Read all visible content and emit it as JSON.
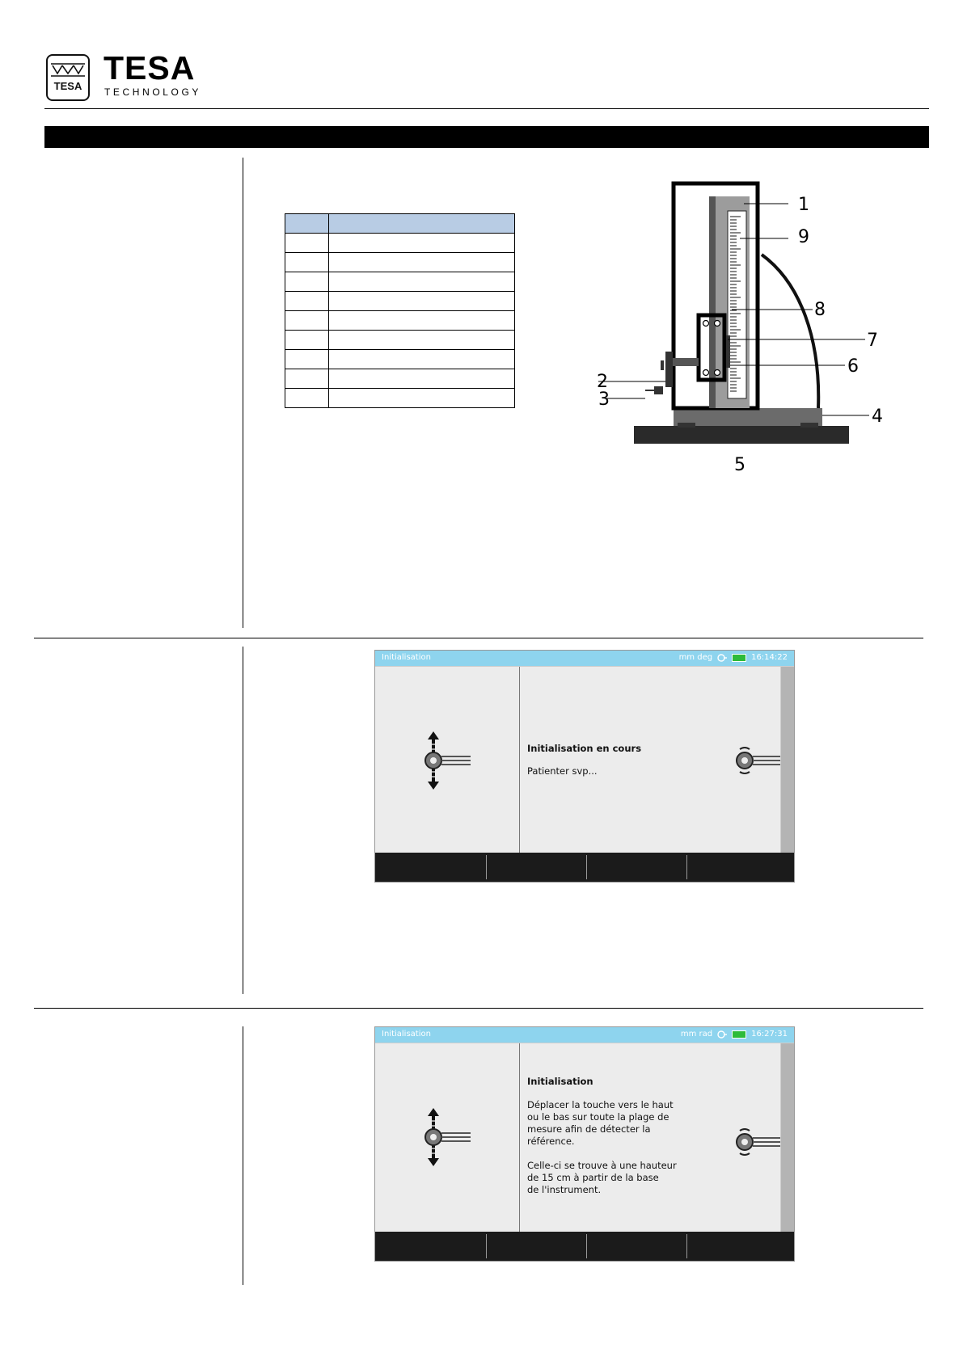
{
  "header": {
    "logo_text": "TESA",
    "brand_name": "TESA",
    "brand_subtitle": "TECHNOLOGY"
  },
  "diagram": {
    "callouts": [
      "1",
      "2",
      "3",
      "4",
      "5",
      "6",
      "7",
      "8",
      "9"
    ]
  },
  "legend_table": {
    "row_count": 9
  },
  "screens": [
    {
      "title": "Initialisation",
      "units": "mm deg",
      "time": "16:14:22",
      "message_title": "Initialisation en cours",
      "message_body": "Patienter svp..."
    },
    {
      "title": "Initialisation",
      "units": "mm rad",
      "time": "16:27:31",
      "message_title": "Initialisation",
      "message_body": "Déplacer la touche vers le haut\nou le bas sur toute la plage de\nmesure afin de détecter la\nréférence.\n\nCelle-ci se trouve à une hauteur\nde 15 cm à partir de la base\nde l'instrument."
    }
  ],
  "colors": {
    "table_header": "#b8cce4",
    "screen_titlebar": "#8ed4ee",
    "screen_softkeys": "#1b1b1b",
    "battery": "#2dbb3a"
  }
}
